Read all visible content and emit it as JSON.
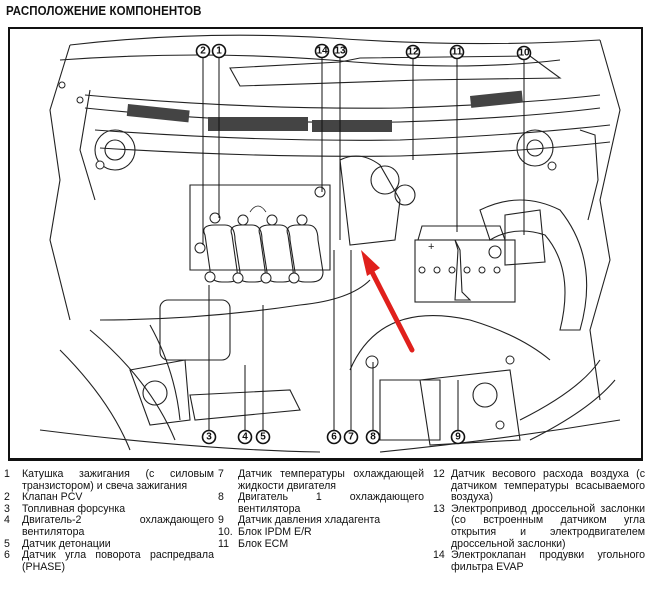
{
  "title": "РАСПОЛОЖЕНИЕ КОМПОНЕНТОВ",
  "callouts": {
    "top": [
      "2",
      "1",
      "14",
      "13",
      "12",
      "11",
      "10"
    ],
    "bottom": [
      "3",
      "4",
      "5",
      "6",
      "7",
      "8",
      "9"
    ]
  },
  "annotation": {
    "type": "arrow",
    "color": "#e0201c",
    "points_to": "component near callout 13 (throttle body area)"
  },
  "legend": {
    "column1": [
      {
        "num": "1",
        "text": "Катушка зажигания (с силовым транзистором) и свеча зажигания"
      },
      {
        "num": "2",
        "text": "Клапан PCV"
      },
      {
        "num": "3",
        "text": "Топливная форсунка"
      },
      {
        "num": "4",
        "text": "Двигатель-2 охлаждающего вентилятора"
      },
      {
        "num": "5",
        "text": "Датчик детонации"
      },
      {
        "num": "6",
        "text": "Датчик угла поворота распредвала (PHASE)"
      }
    ],
    "column2": [
      {
        "num": "7",
        "text": "Датчик температуры охлаждающей жидкости двигателя"
      },
      {
        "num": "8",
        "text": "Двигатель 1 охлаждающего вентилятора"
      },
      {
        "num": "9",
        "text": "Датчик давления хладагента"
      },
      {
        "num": "10.",
        "text": "Блок IPDM E/R"
      },
      {
        "num": "11",
        "text": "Блок ECM"
      }
    ],
    "column3": [
      {
        "num": "12",
        "text": "Датчик весового расхода воздуха (с датчиком температуры всасываемого воздуха)"
      },
      {
        "num": "13",
        "text": "Электропривод дроссельной заслонки (со встроенным датчиком угла открытия и электродвигателем дроссельной заслонки)"
      },
      {
        "num": "14",
        "text": "Электроклапан продувки угольного фильтра EVAP"
      }
    ]
  }
}
